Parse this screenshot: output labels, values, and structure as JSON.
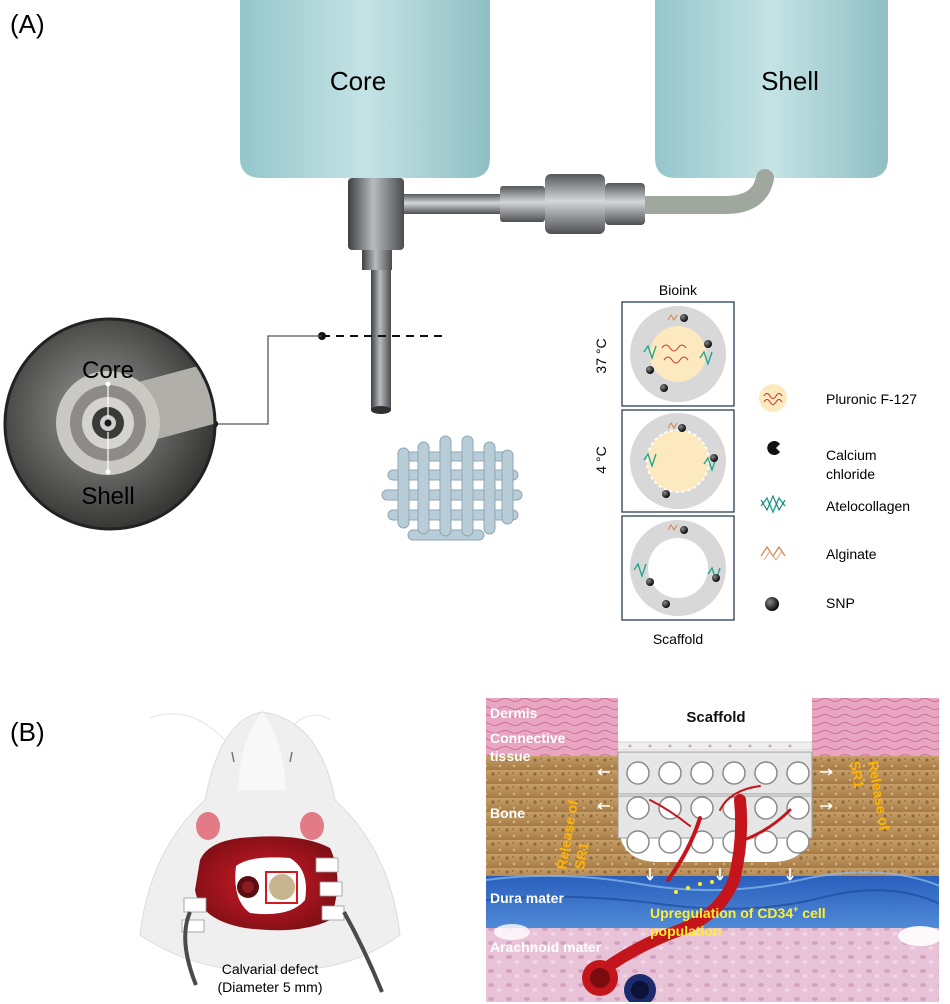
{
  "panel_a": {
    "label": "(A)",
    "reservoirs": {
      "core": "Core",
      "shell": "Shell"
    },
    "inset": {
      "core": "Core",
      "shell": "Shell"
    },
    "bioink": {
      "top_label": "Bioink",
      "bottom_label": "Scaffold",
      "states": [
        "37 °C",
        "4 °C"
      ]
    },
    "legend": [
      {
        "label": "Pluronic F-127",
        "icon": "pluronic-icon"
      },
      {
        "label": "Calcium chloride",
        "line1": "Calcium",
        "line2": "chloride",
        "icon": "calcium-chloride-icon"
      },
      {
        "label": "Atelocollagen",
        "icon": "atelocollagen-icon"
      },
      {
        "label": "Alginate",
        "icon": "alginate-icon"
      },
      {
        "label": "SNP",
        "icon": "snp-icon"
      }
    ]
  },
  "panel_b": {
    "label": "(B)",
    "mouse_caption": {
      "line1": "Calvarial defect",
      "line2": "(Diameter 5 mm)"
    },
    "tissue": {
      "dermis": "Dermis",
      "connective1": "Connective",
      "connective2": "tissue",
      "bone": "Bone",
      "dura": "Dura mater",
      "arachnoid": "Arachnoid mater",
      "scaffold": "Scaffold"
    },
    "release_left": {
      "line1": "Release of",
      "line2": "SR1"
    },
    "release_right": {
      "line1": "Release of",
      "line2": "SR1"
    },
    "upregulation": {
      "line1": "Upregulation of CD34",
      "sup": "+",
      "line1b": " cell",
      "line2": "population"
    }
  },
  "colors": {
    "reservoir": "#a9d3d6",
    "nozzle": "#5a5d60",
    "scaffold": "#b8ccd8",
    "gel_ring": "#d6d6d6",
    "pluronic": "#fde9bf",
    "alginate": "#d9804a",
    "atelocollagen": "#1aa38c",
    "dermis": "#e9a6c3",
    "bone": "#b98d57",
    "dura": "#2c69c4",
    "arachnoid": "#e6bfd5",
    "vessel": "#c3151b",
    "release_text": "#ffb400",
    "upregulation_text": "#ffef2e"
  }
}
